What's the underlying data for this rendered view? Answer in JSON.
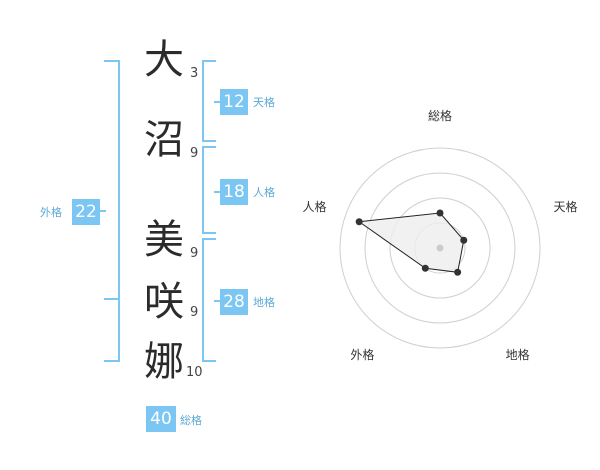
{
  "name_chars": [
    "大",
    "沼",
    "美",
    "咲",
    "娜"
  ],
  "stroke_counts": [
    "3",
    "9",
    "9",
    "9",
    "10"
  ],
  "scores": {
    "tenkaku": {
      "value": "12",
      "label": "天格"
    },
    "jinkaku": {
      "value": "18",
      "label": "人格"
    },
    "chikaku": {
      "value": "28",
      "label": "地格"
    },
    "gaikaku": {
      "value": "22",
      "label": "外格"
    },
    "soukaku": {
      "value": "40",
      "label": "総格"
    }
  },
  "radar": {
    "axes": [
      "総格",
      "天格",
      "地格",
      "外格",
      "人格"
    ],
    "levels": 4,
    "values": [
      0.35,
      0.25,
      0.3,
      0.25,
      0.85
    ],
    "colors": {
      "ring": "#cfcfcf",
      "fill": "#eeeeee",
      "stroke": "#222222",
      "point": "#333333",
      "center": "#cccccc"
    }
  },
  "accent_color": "#7cc6f3"
}
